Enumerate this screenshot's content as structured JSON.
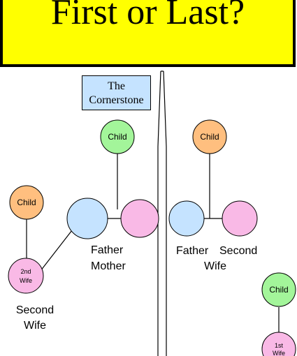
{
  "title": "First or Last?",
  "cornerstone": {
    "line1": "The",
    "line2": "Cornerstone"
  },
  "left_side": {
    "child_top": "Child",
    "child_left": "Child",
    "second_wife_node": {
      "line1": "2nd",
      "line2": "Wife"
    },
    "father_label": "Father",
    "mother_label": "Mother",
    "second_wife_label": {
      "line1": "Second",
      "line2": "Wife"
    }
  },
  "right_side": {
    "child_top": "Child",
    "child_bottom": "Child",
    "first_wife_node": {
      "line1": "1st",
      "line2": "Wife"
    },
    "father_label": "Father",
    "second_wife_label": {
      "line1": "Second",
      "line2": "Wife"
    }
  },
  "colors": {
    "title_bg": "#ffff00",
    "cornerstone_bg": "#c5e3ff",
    "child_green": "#a3f59a",
    "child_orange": "#ffbf7f",
    "father_blue": "#c5e3ff",
    "wife_pink": "#f9b9e6"
  }
}
